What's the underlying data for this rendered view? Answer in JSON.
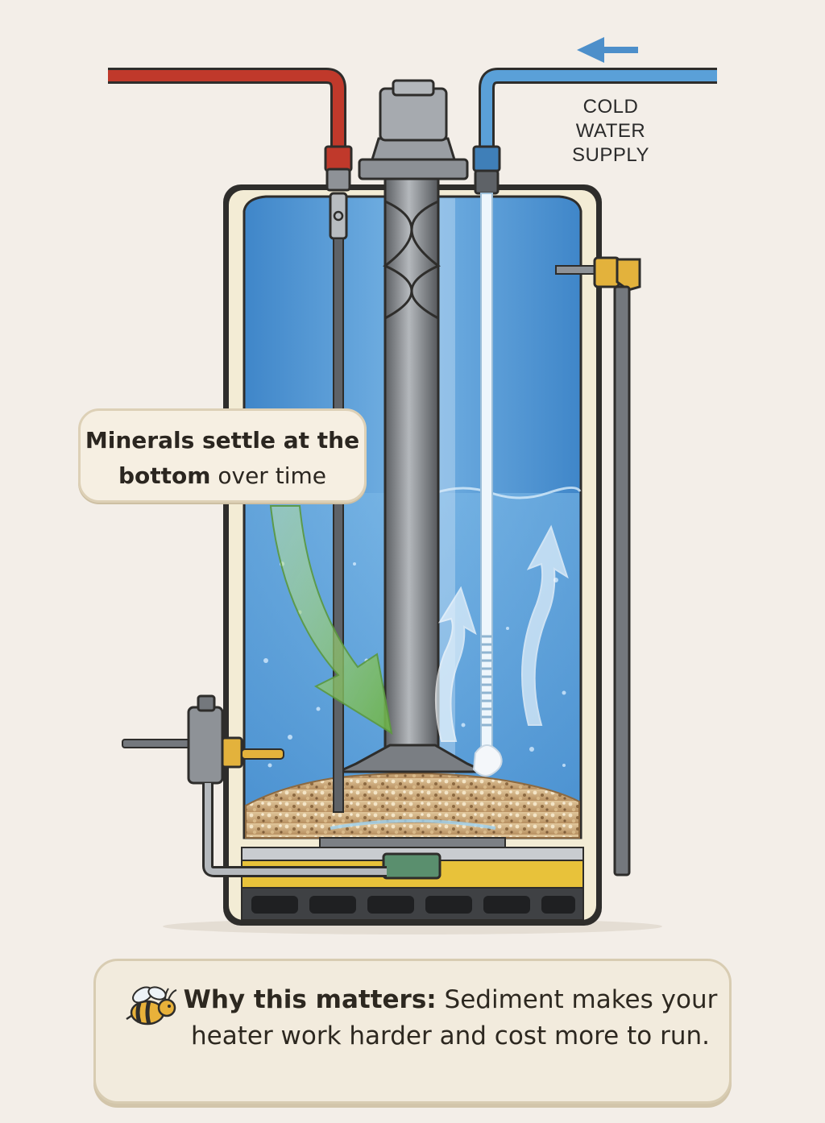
{
  "labels": {
    "supply": [
      "COLD",
      "WATER",
      "SUPPLY"
    ]
  },
  "callout": {
    "bold": "Minerals settle at the bottom",
    "rest": "over time"
  },
  "info": {
    "lead": "Why this matters:",
    "body": "Sediment makes your heater work harder and cost more to run."
  },
  "colors": {
    "background": "#f3eee8",
    "hot_pipe": "#c0392b",
    "cold_pipe": "#5aa0d8",
    "water": "#5c9fd6",
    "sediment": "#c9a877",
    "settle_arrow": "#7cbf5a",
    "burner_plate": "#e8c23a"
  },
  "icons": {
    "flow_arrow": "arrow-left-icon",
    "mascot": "bee-icon"
  }
}
